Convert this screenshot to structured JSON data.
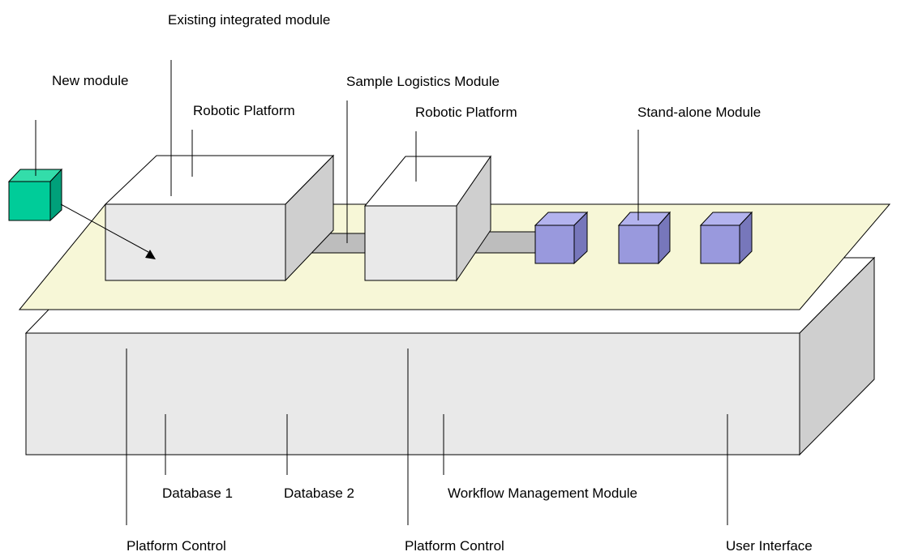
{
  "labels": {
    "existing_integrated_module": "Existing integrated module",
    "new_module": "New  module",
    "sample_logistics_module": "Sample Logistics Module",
    "robotic_platform_1": "Robotic Platform",
    "robotic_platform_2": "Robotic Platform",
    "stand_alone_module": "Stand-alone Module",
    "database_1": "Database 1",
    "database_2": "Database 2",
    "workflow_management_module": "Workflow Management Module",
    "platform_control_1": "Platform Control",
    "platform_control_2": "Platform Control",
    "user_interface": "User Interface"
  },
  "colors": {
    "new_module_cube": "#00cc99",
    "stand_alone_cube": "#9999dd",
    "bench_surface": "#f7f7d7",
    "box_front": "#e9e9e9",
    "box_side": "#cfcfcf",
    "box_top": "#ffffff",
    "connector": "#bdbdbd"
  }
}
